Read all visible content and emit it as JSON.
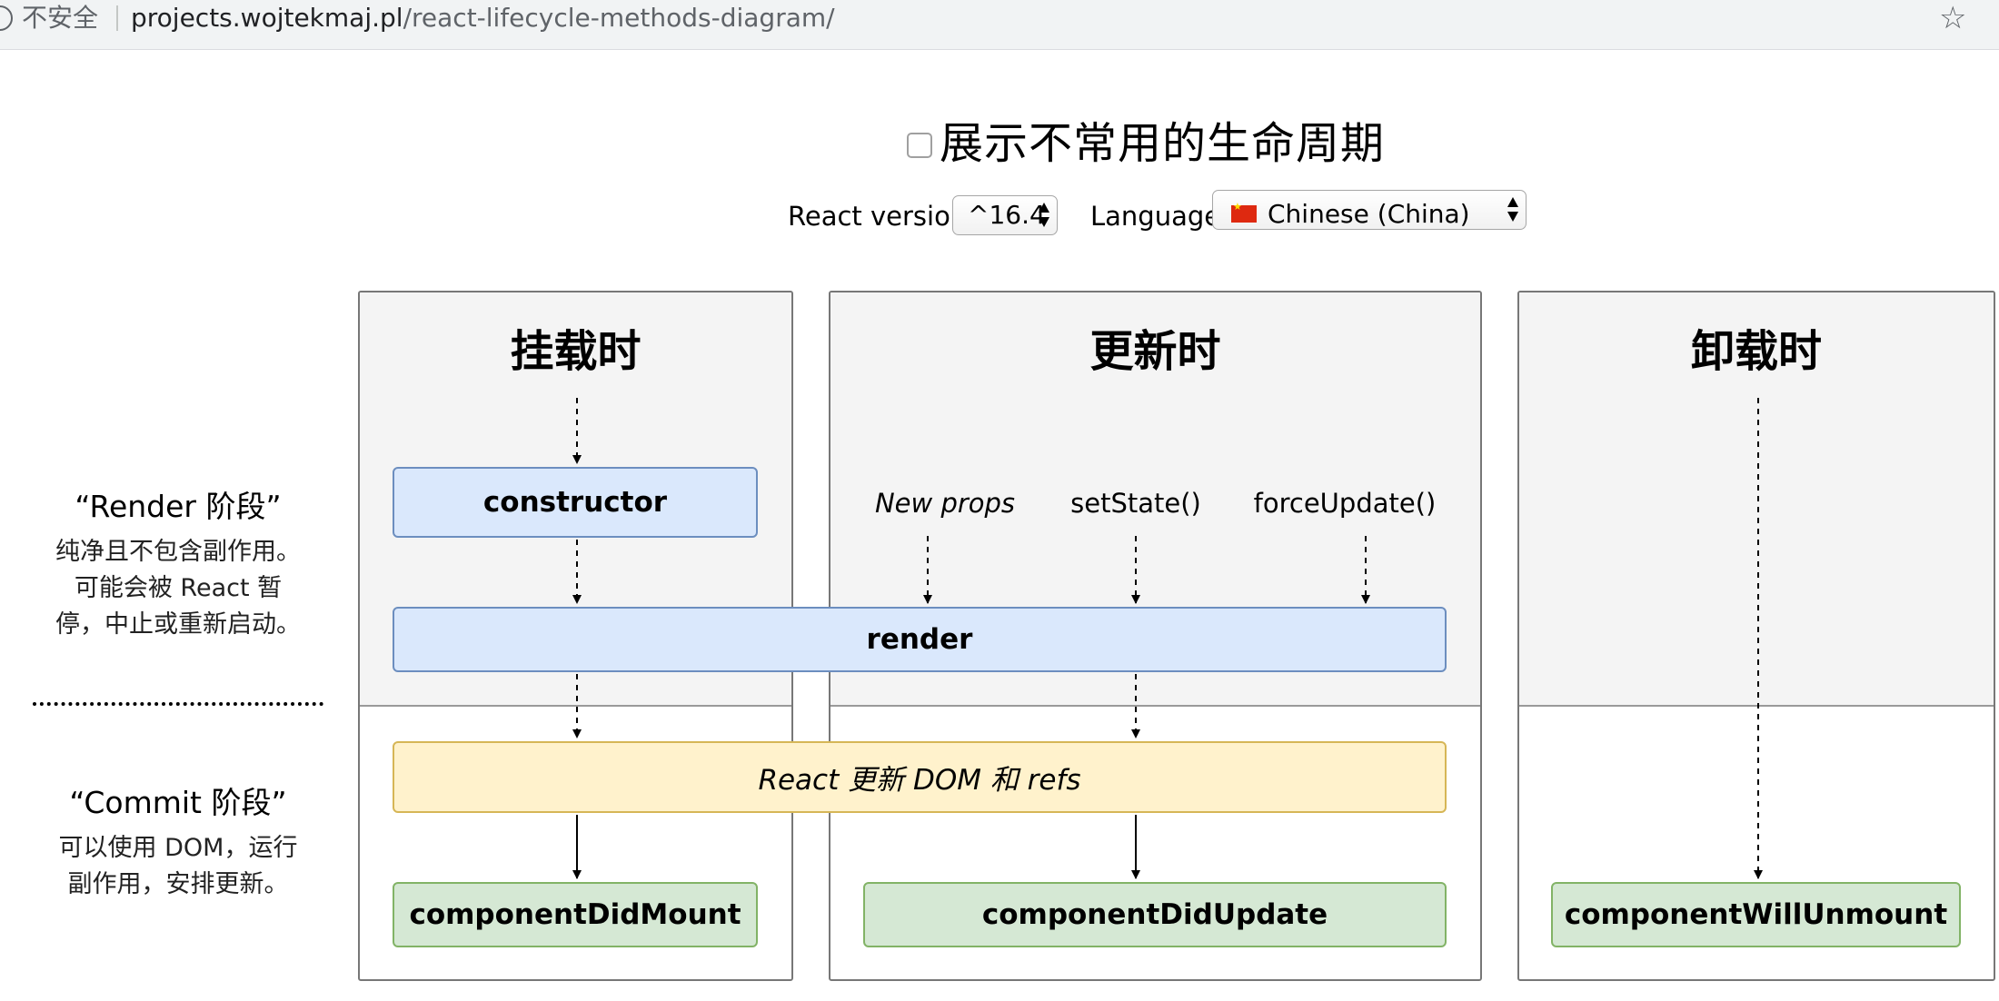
{
  "browser": {
    "security_label": "不安全",
    "url_domain": "projects.wojtekmaj.pl",
    "url_path": "/react-lifecycle-methods-diagram/",
    "icons": {
      "info": "info-icon",
      "bookmark": "star-icon"
    }
  },
  "controls": {
    "show_less_common_label": "展示不常用的生命周期",
    "show_less_common_checked": false,
    "react_version_label": "React version",
    "react_version_value": "^16.4",
    "language_label": "Language",
    "language_value": "Chinese (China)",
    "language_flag_icon": "china-flag-icon"
  },
  "phases": {
    "render": {
      "title": "“Render 阶段”",
      "desc_lines": [
        "纯净且不包含副作用。",
        "可能会被 React 暂",
        "停，中止或重新启动。"
      ]
    },
    "commit": {
      "title": "“Commit 阶段”",
      "desc_lines": [
        "可以使用 DOM，运行",
        "副作用，安排更新。"
      ]
    }
  },
  "columns": {
    "mount": "挂载时",
    "update": "更新时",
    "unmount": "卸载时"
  },
  "triggers": {
    "new_props": "New props",
    "set_state": "setState()",
    "force_update": "forceUpdate()"
  },
  "methods": {
    "constructor": "constructor",
    "render": "render",
    "dom_update": "React 更新 DOM 和 refs",
    "did_mount": "componentDidMount",
    "did_update": "componentDidUpdate",
    "will_unmount": "componentWillUnmount"
  },
  "colors": {
    "render_phase_box": "#dae8fc",
    "dom_box": "#fff2cc",
    "commit_method_box": "#d5e8d4",
    "phase_background": "#f4f4f4"
  }
}
